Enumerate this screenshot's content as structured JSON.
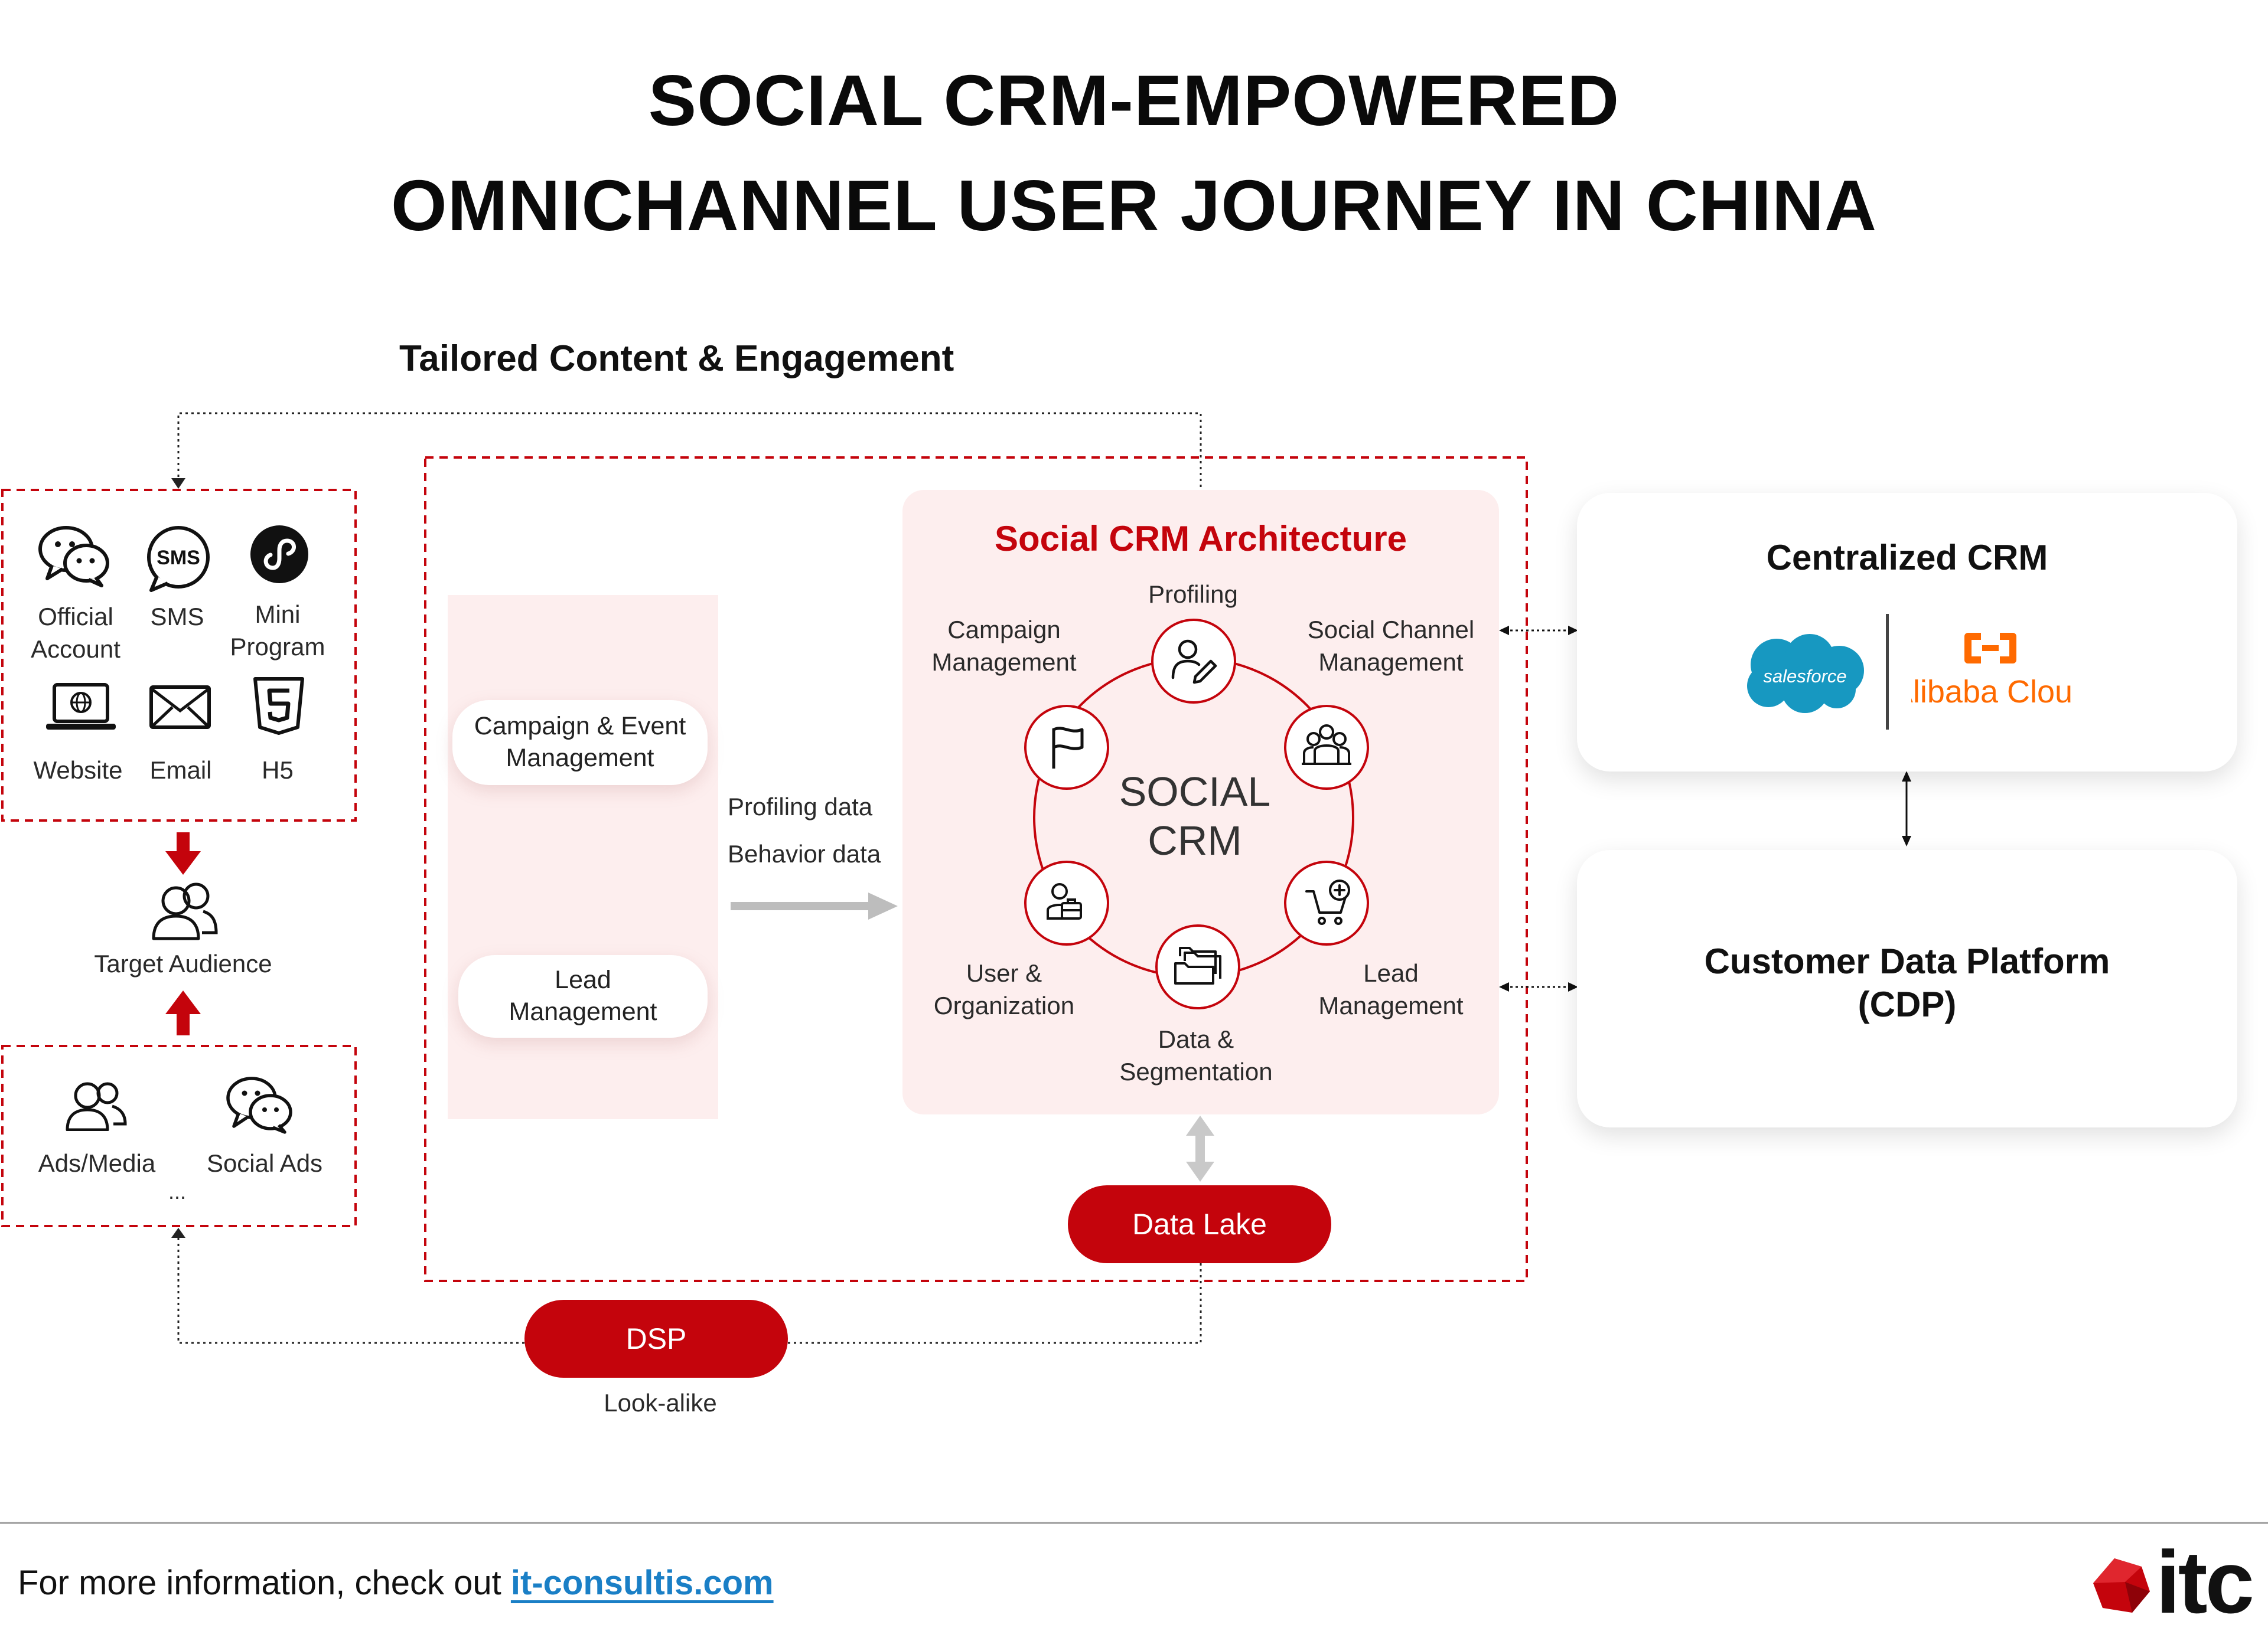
{
  "title": {
    "line1": "SOCIAL CRM-EMPOWERED",
    "line2": "OMNICHANNEL USER JOURNEY IN CHINA"
  },
  "tailored_heading": "Tailored Content & Engagement",
  "channels": {
    "official_account": "Official\nAccount",
    "sms": "SMS",
    "sms_icon_text": "SMS",
    "mini_program": "Mini\nProgram",
    "website": "Website",
    "email": "Email",
    "h5": "H5"
  },
  "target_audience": "Target Audience",
  "acquisition": {
    "ads_media": "Ads/Media",
    "social_ads": "Social Ads",
    "more": "..."
  },
  "modules": {
    "campaign_event": "Campaign & Event\nManagement",
    "lead": "Lead\nManagement"
  },
  "data_flow": {
    "profiling": "Profiling data",
    "behavior": "Behavior data"
  },
  "architecture": {
    "heading": "Social CRM Architecture",
    "center": "SOCIAL\nCRM",
    "profiling": "Profiling",
    "campaign": "Campaign\nManagement",
    "social_channel": "Social Channel\nManagement",
    "user_org": "User &\nOrganization",
    "lead": "Lead\nManagement",
    "data_seg": "Data &\nSegmentation"
  },
  "data_lake": "Data Lake",
  "dsp": "DSP",
  "lookalike": "Look-alike",
  "centralized_crm": {
    "heading": "Centralized CRM",
    "salesforce": "salesforce",
    "alibaba": "Alibaba Cloud"
  },
  "cdp": {
    "heading": "Customer Data Platform\n(CDP)"
  },
  "footer": {
    "text": "For more information, check out ",
    "link": "it-consultis.com",
    "logo": "itc"
  },
  "colors": {
    "brand_red": "#c4040c",
    "soft_pink": "#fdeeee",
    "salesforce_blue": "#1798c1",
    "alibaba_orange": "#ff6a00"
  }
}
